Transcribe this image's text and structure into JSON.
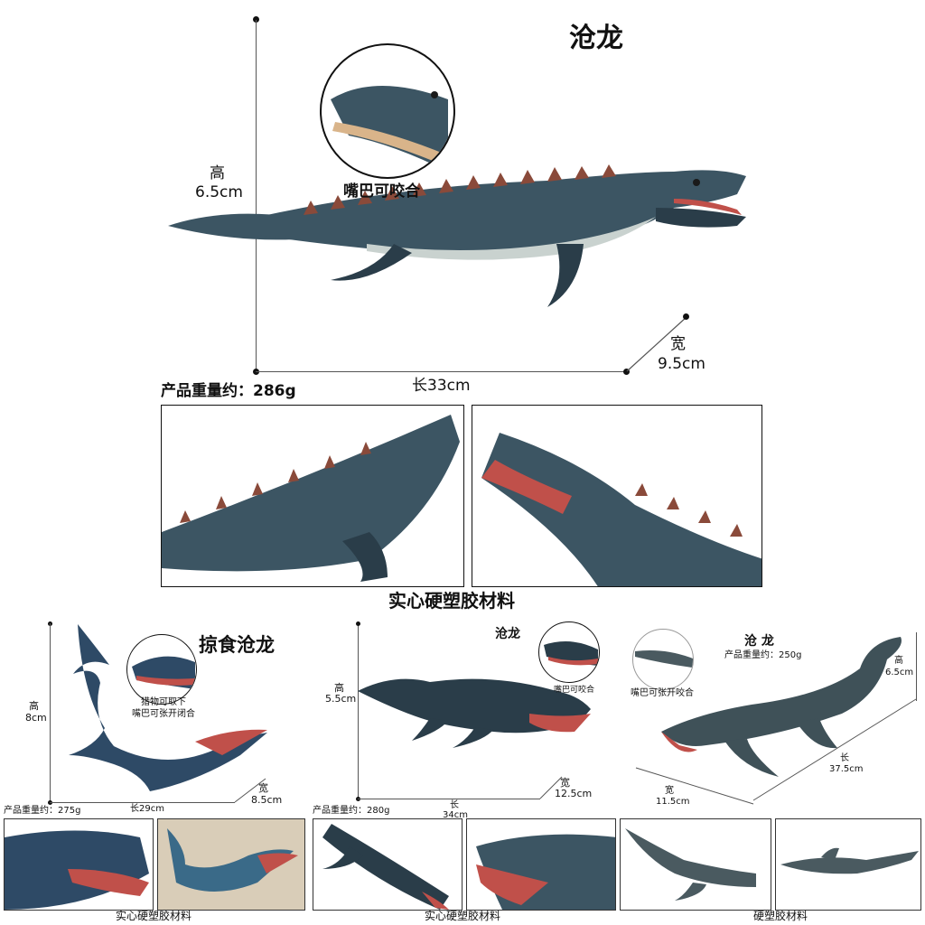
{
  "main": {
    "title": "沧龙",
    "height_label": "高",
    "height_value": "6.5cm",
    "mouth_note": "嘴巴可咬合",
    "width_label": "宽",
    "width_value": "9.5cm",
    "weight": "产品重量约：286g",
    "length": "长33cm",
    "material": "实心硬塑胶材料"
  },
  "products": [
    {
      "title": "掠食沧龙",
      "note_line1": "猎物可取下",
      "note_line2": "嘴巴可张开闭合",
      "height_label": "高",
      "height_value": "8cm",
      "width_label": "宽",
      "width_value": "8.5cm",
      "weight": "产品重量约：275g",
      "length": "长29cm",
      "material": "实心硬塑胶材料"
    },
    {
      "title": "沧龙",
      "note": "嘴巴可咬合",
      "height_label": "高",
      "height_value": "5.5cm",
      "width_label": "宽",
      "width_value": "12.5cm",
      "weight": "产品重量约：280g",
      "length_label": "长",
      "length_value": "34cm",
      "material": "实心硬塑胶材料"
    },
    {
      "title": "沧 龙",
      "weight": "产品重量约：250g",
      "note": "嘴巴可张开咬合",
      "height_label": "高",
      "height_value": "6.5cm",
      "length_label": "长",
      "length_value": "37.5cm",
      "width_label": "宽",
      "width_value": "11.5cm",
      "material": "硬塑胶材料"
    }
  ],
  "colors": {
    "body": "#3c5563",
    "body_dark": "#2a3d49",
    "belly": "#c9d2cf",
    "spikes": "#8a4a3a",
    "mouth": "#c0504a",
    "lines": "#555555"
  }
}
